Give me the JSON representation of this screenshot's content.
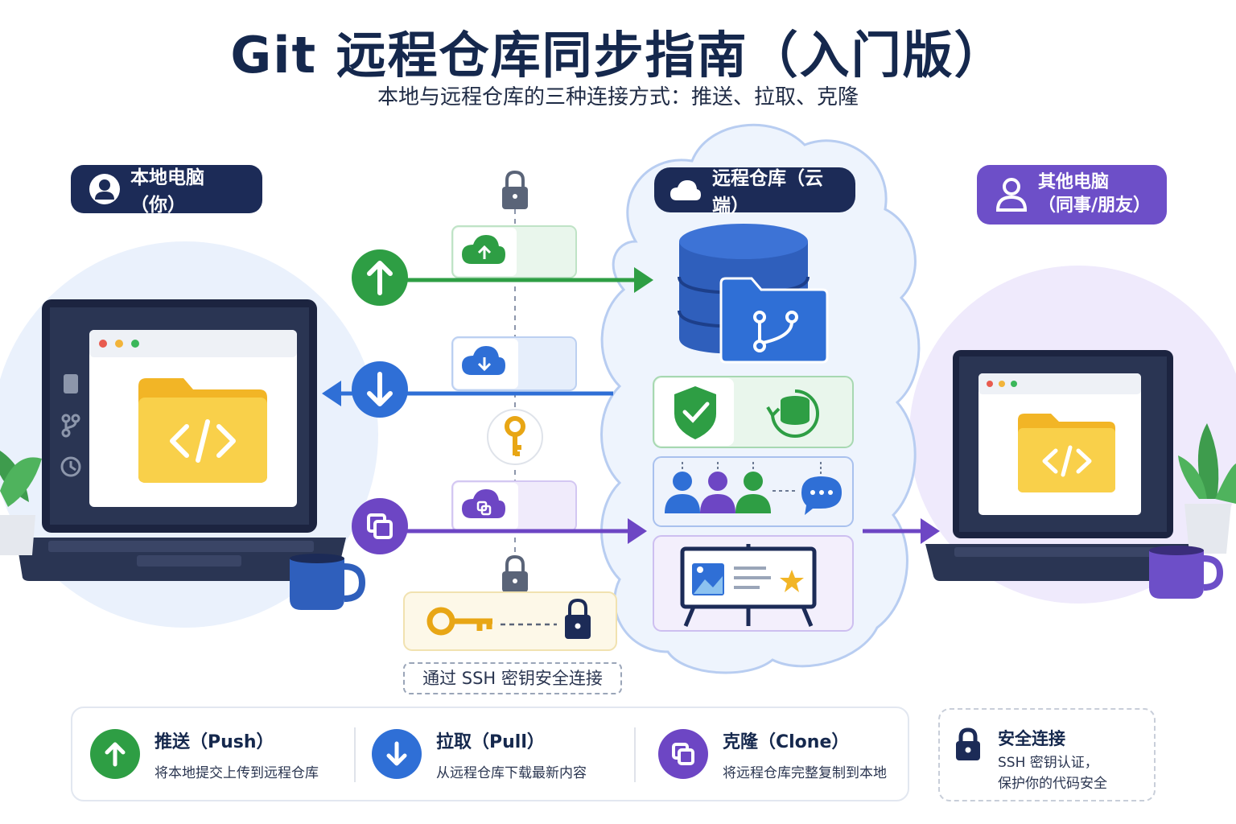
{
  "title": "Git 远程仓库同步指南（入门版）",
  "subtitle": "本地与远程仓库的三种连接方式：推送、拉取、克隆",
  "nodes": {
    "local": {
      "label": "本地电脑（你）"
    },
    "remote": {
      "label": "远程仓库（云端）"
    },
    "other": {
      "label_line1": "其他电脑",
      "label_line2": "（同事/朋友）"
    }
  },
  "ssh_caption": "通过 SSH 密钥安全连接",
  "legend": [
    {
      "title": "推送（Push）",
      "desc": "将本地提交上传到远程仓库",
      "color": "#2e9e44",
      "icon": "arrow-up-icon"
    },
    {
      "title": "拉取（Pull）",
      "desc": "从远程仓库下载最新内容",
      "color": "#2f6fd6",
      "icon": "arrow-down-icon"
    },
    {
      "title": "克隆（Clone）",
      "desc": "将远程仓库完整复制到本地",
      "color": "#6d46c4",
      "icon": "clone-icon"
    }
  ],
  "security_note": {
    "title": "安全连接",
    "desc_line1": "SSH 密钥认证，",
    "desc_line2": "保护你的代码安全",
    "icon": "lock-icon"
  },
  "colors": {
    "push": "#2e9e44",
    "pull": "#2f6fd6",
    "clone": "#6d46c4",
    "navy": "#1c2b57",
    "folder": "#f5c844"
  }
}
